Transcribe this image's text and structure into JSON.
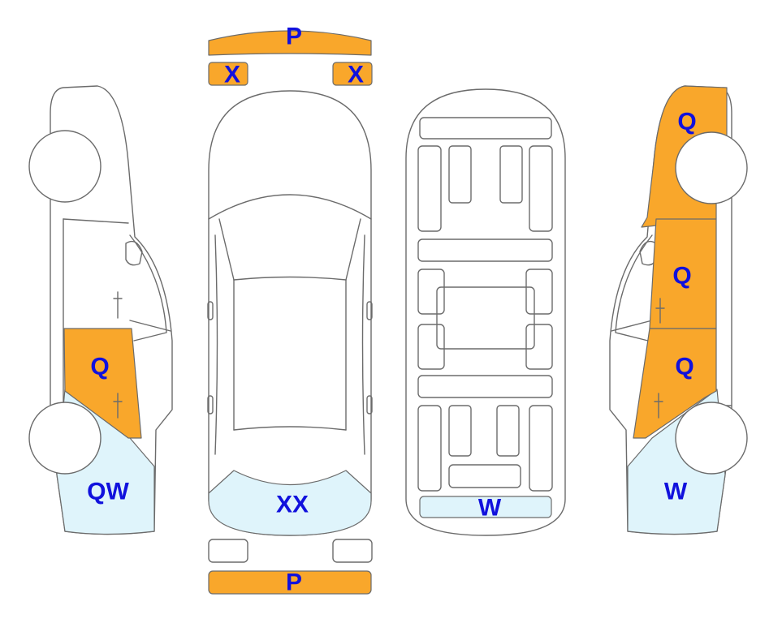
{
  "colors": {
    "damage": "#f9a72b",
    "glass": "#dff4fb",
    "label": "#1111dd",
    "outline": "#6b6b6b"
  },
  "labels": {
    "front_bumper": "P",
    "headlight_left": "X",
    "headlight_right": "X",
    "rear_bumper": "P",
    "windshield": "XX",
    "bottom_glass": "W",
    "left_rear_door": "Q",
    "left_rear_glass": "QW",
    "right_front_fender": "Q",
    "right_front_door": "Q",
    "right_rear_door": "Q",
    "right_rear_glass": "W"
  }
}
